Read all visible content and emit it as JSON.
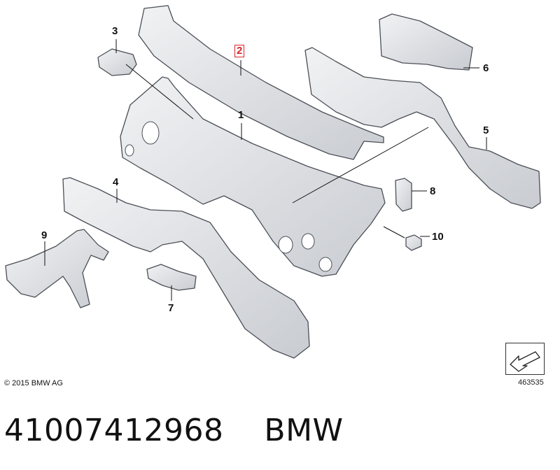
{
  "diagram": {
    "callouts": {
      "c1": "1",
      "c2": "2",
      "c3": "3",
      "c4": "4",
      "c5": "5",
      "c6": "6",
      "c7": "7",
      "c8": "8",
      "c9": "9",
      "c10": "10"
    },
    "highlighted_callout": "2",
    "highlight_color": "#d9262a",
    "part_fill": "#e3e5e8",
    "part_stroke": "#4a4f56",
    "copyright": "© 2015 BMW AG",
    "reference_number": "463535"
  },
  "footer": {
    "part_number_text": "41007412968    BMW"
  }
}
